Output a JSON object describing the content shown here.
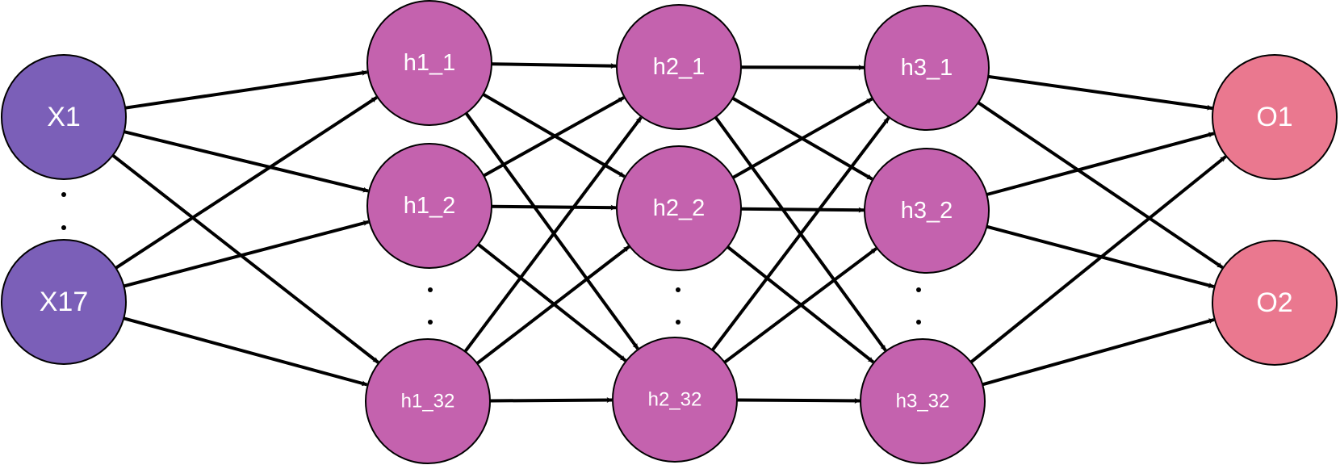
{
  "colors": {
    "input": "#7b5fb8",
    "hidden": "#c462ae",
    "output": "#ea788f",
    "edge": "#000000"
  },
  "nodes": {
    "x1": {
      "label": "X1",
      "group": "input"
    },
    "x17": {
      "label": "X17",
      "group": "input"
    },
    "h1_1": {
      "label": "h1_1",
      "group": "hidden"
    },
    "h1_2": {
      "label": "h1_2",
      "group": "hidden"
    },
    "h1_32": {
      "label": "h1_32",
      "group": "hidden"
    },
    "h2_1": {
      "label": "h2_1",
      "group": "hidden"
    },
    "h2_2": {
      "label": "h2_2",
      "group": "hidden"
    },
    "h2_32": {
      "label": "h2_32",
      "group": "hidden"
    },
    "h3_1": {
      "label": "h3_1",
      "group": "hidden"
    },
    "h3_2": {
      "label": "h3_2",
      "group": "hidden"
    },
    "h3_32": {
      "label": "h3_32",
      "group": "hidden"
    },
    "o1": {
      "label": "O1",
      "group": "output"
    },
    "o2": {
      "label": "O2",
      "group": "output"
    }
  },
  "edges": [
    [
      "x1",
      "h1_1"
    ],
    [
      "x1",
      "h1_2"
    ],
    [
      "x1",
      "h1_32"
    ],
    [
      "x17",
      "h1_1"
    ],
    [
      "x17",
      "h1_2"
    ],
    [
      "x17",
      "h1_32"
    ],
    [
      "h1_1",
      "h2_1"
    ],
    [
      "h1_1",
      "h2_2"
    ],
    [
      "h1_1",
      "h2_32"
    ],
    [
      "h1_2",
      "h2_1"
    ],
    [
      "h1_2",
      "h2_2"
    ],
    [
      "h1_2",
      "h2_32"
    ],
    [
      "h1_32",
      "h2_1"
    ],
    [
      "h1_32",
      "h2_2"
    ],
    [
      "h1_32",
      "h2_32"
    ],
    [
      "h2_1",
      "h3_1"
    ],
    [
      "h2_1",
      "h3_2"
    ],
    [
      "h2_1",
      "h3_32"
    ],
    [
      "h2_2",
      "h3_1"
    ],
    [
      "h2_2",
      "h3_2"
    ],
    [
      "h2_2",
      "h3_32"
    ],
    [
      "h2_32",
      "h3_1"
    ],
    [
      "h2_32",
      "h3_2"
    ],
    [
      "h2_32",
      "h3_32"
    ],
    [
      "h3_1",
      "o1"
    ],
    [
      "h3_1",
      "o2"
    ],
    [
      "h3_2",
      "o1"
    ],
    [
      "h3_2",
      "o2"
    ],
    [
      "h3_32",
      "o1"
    ],
    [
      "h3_32",
      "o2"
    ]
  ]
}
